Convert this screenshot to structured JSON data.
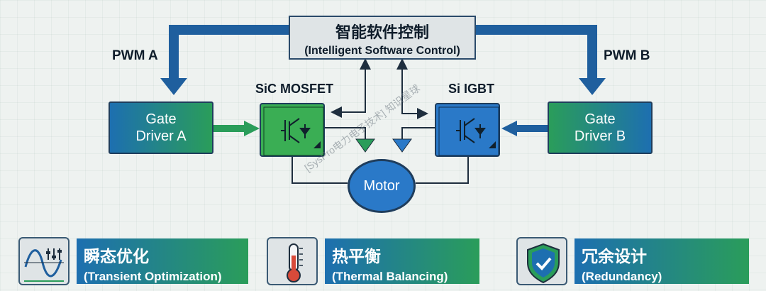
{
  "control": {
    "title": "智能软件控制",
    "subtitle": "(Intelligent Software Control)"
  },
  "signals": {
    "pwm_a": "PWM A",
    "pwm_b": "PWM B"
  },
  "drivers": {
    "a": {
      "line1": "Gate",
      "line2": "Driver A"
    },
    "b": {
      "line1": "Gate",
      "line2": "Driver B"
    }
  },
  "switches": {
    "sic": "SiC MOSFET",
    "igbt": "Si IGBT"
  },
  "motor": {
    "label": "Motor"
  },
  "features": [
    {
      "title": "瞬态优化",
      "subtitle": "(Transient Optimization)",
      "icon": "sine-wave-sliders-icon"
    },
    {
      "title": "热平衡",
      "subtitle": "(Thermal Balancing)",
      "icon": "thermometer-icon"
    },
    {
      "title": "冗余设计",
      "subtitle": "(Redundancy)",
      "icon": "shield-check-icon"
    }
  ],
  "watermark": "[SysPro电力电子技术] 知识星球",
  "colors": {
    "blue": "#1d6fb0",
    "green": "#2a9d5a",
    "arrow_blue": "#1f5f9e",
    "outline": "#1f3d5c"
  }
}
